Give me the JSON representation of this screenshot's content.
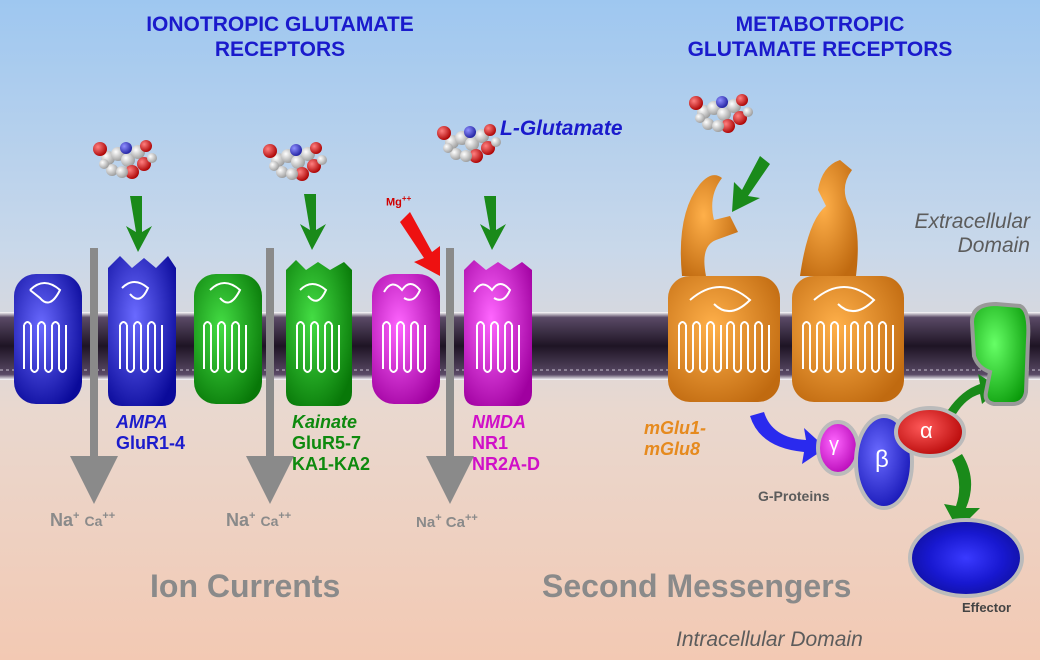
{
  "headers": {
    "ionotropic_line1": "IONOTROPIC GLUTAMATE",
    "ionotropic_line2": "RECEPTORS",
    "metabotropic_line1": "METABOTROPIC",
    "metabotropic_line2": "GLUTAMATE RECEPTORS"
  },
  "ligand": {
    "label": "L-Glutamate",
    "magnesium": "Mg",
    "magnesium_charge": "++"
  },
  "receptors": {
    "ampa": {
      "name": "AMPA",
      "subunits": "GluR1-4",
      "color": "#1c1ccc"
    },
    "kainate": {
      "name": "Kainate",
      "subunits_1": "GluR5-7",
      "subunits_2": "KA1-KA2",
      "color": "#0e8a0e"
    },
    "nmda": {
      "name": "NMDA",
      "subunits_1": "NR1",
      "subunits_2": "NR2A-D",
      "color": "#d010c8"
    },
    "mglu": {
      "line1": "mGlu1-",
      "line2": "mGlu8",
      "color": "#e68a1e"
    }
  },
  "ions": {
    "na": "Na",
    "na_charge": "+",
    "ca": "Ca",
    "ca_charge": "++"
  },
  "bottom_labels": {
    "ion_currents": "Ion Currents",
    "second_messengers": "Second Messengers"
  },
  "domains": {
    "extracellular_line1": "Extracellular",
    "extracellular_line2": "Domain",
    "intracellular": "Intracellular Domain"
  },
  "g_proteins": {
    "label": "G-Proteins",
    "gamma": "γ",
    "beta": "β",
    "alpha": "α"
  },
  "effector": {
    "label": "Effector"
  }
}
